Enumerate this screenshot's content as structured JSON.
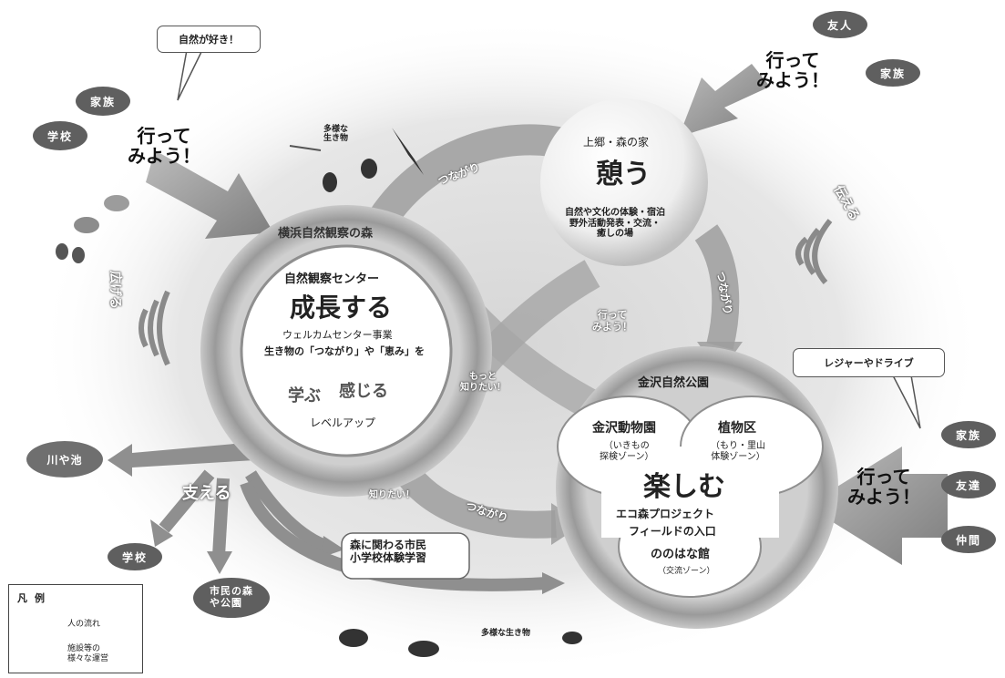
{
  "callouts": {
    "nature": "自然が好き！",
    "leisure": "レジャーやドライブ"
  },
  "left_pills": [
    "家族",
    "学校"
  ],
  "top_right_pills": [
    "友人",
    "家族"
  ],
  "right_pills": [
    "家族",
    "友達",
    "仲間"
  ],
  "go_text_left": "行って\nみよう！",
  "go_text_topright": "行って\nみよう！",
  "go_text_right": "行って\nみよう！",
  "top_small_label": "多様な\n生き物",
  "bottom_small_label": "多様な生き物",
  "yokohama": {
    "ring_label": "横浜自然観察の森",
    "center_title": "自然観察センター",
    "main": "成長する",
    "welcome": "ウェルカムセンター事業",
    "line2": "生き物の「つながり」や「恵み」を",
    "learn": "学ぶ",
    "feel": "感じる",
    "level": "レベルアップ"
  },
  "kamigo": {
    "title": "上郷・森の家",
    "main": "憩う",
    "desc": "自然や文化の体験・宿泊\n野外活動発表・交流・\n癒しの場"
  },
  "kanazawa": {
    "ring_label": "金沢自然公園",
    "zoo": "金沢動物園",
    "zoo_sub": "（いきもの\n探検ゾーン）",
    "plant": "植物区",
    "plant_sub": "（もり・里山\n体験ゾーン）",
    "main": "楽しむ",
    "eco": "エコ森プロジェクト",
    "field": "フィールドの入口",
    "nonohana": "ののはな館",
    "nonohana_sub": "（交流ゾーン）"
  },
  "arrows": {
    "top": "つながり",
    "right_vertical": "つながり",
    "motto": "もっと\n知りたい！",
    "itte": "行って\nみよう！",
    "tsunagari_bottom": "つながり",
    "shiritai": "知りたい！",
    "tsutaeru": "伝える",
    "hirogaru": "広げる"
  },
  "sasaeru": "支える",
  "kawa": "川や池",
  "school_pill": "学校",
  "shimin": "市民の森\nや公園",
  "citizens": "森に関わる市民\n小学校体験学習",
  "legend": {
    "title": "凡例",
    "arrow_label": "人の流れ",
    "ring_label": "施設等の\n様々な運営"
  },
  "colors": {
    "pill": "#5f5f5f",
    "arrow": "#8d8d8d",
    "ring": "#a9a9a9",
    "background_glow": "#e6e6e6"
  }
}
